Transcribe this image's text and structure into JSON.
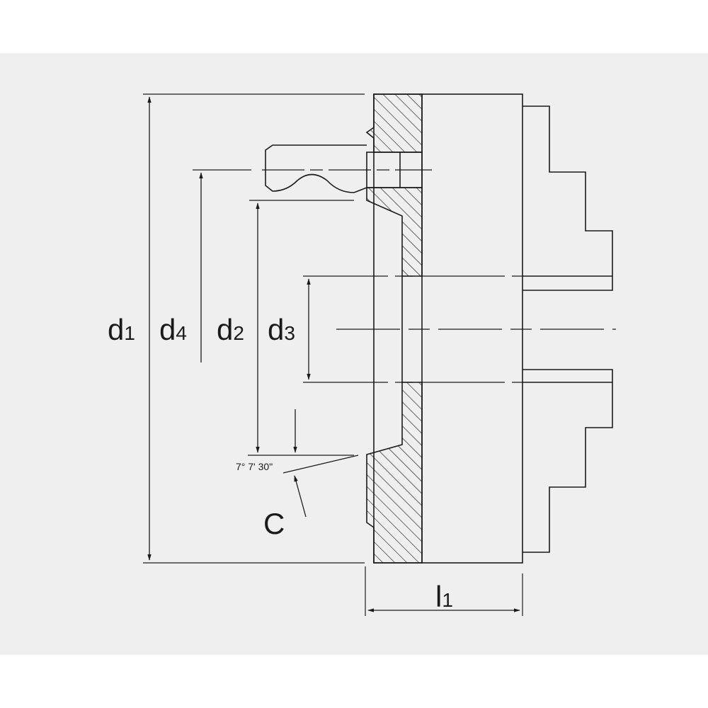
{
  "colors": {
    "background": "#ffffff",
    "panel": "#efefef",
    "line": "#1a1a1a"
  },
  "labels": {
    "d1": {
      "main": "d",
      "sub": "1"
    },
    "d4": {
      "main": "d",
      "sub": "4"
    },
    "d2": {
      "main": "d",
      "sub": "2"
    },
    "d3": {
      "main": "d",
      "sub": "3"
    },
    "l1": {
      "main": "l",
      "sub": "1"
    },
    "c": "C",
    "angle": "7° 7' 30\""
  }
}
